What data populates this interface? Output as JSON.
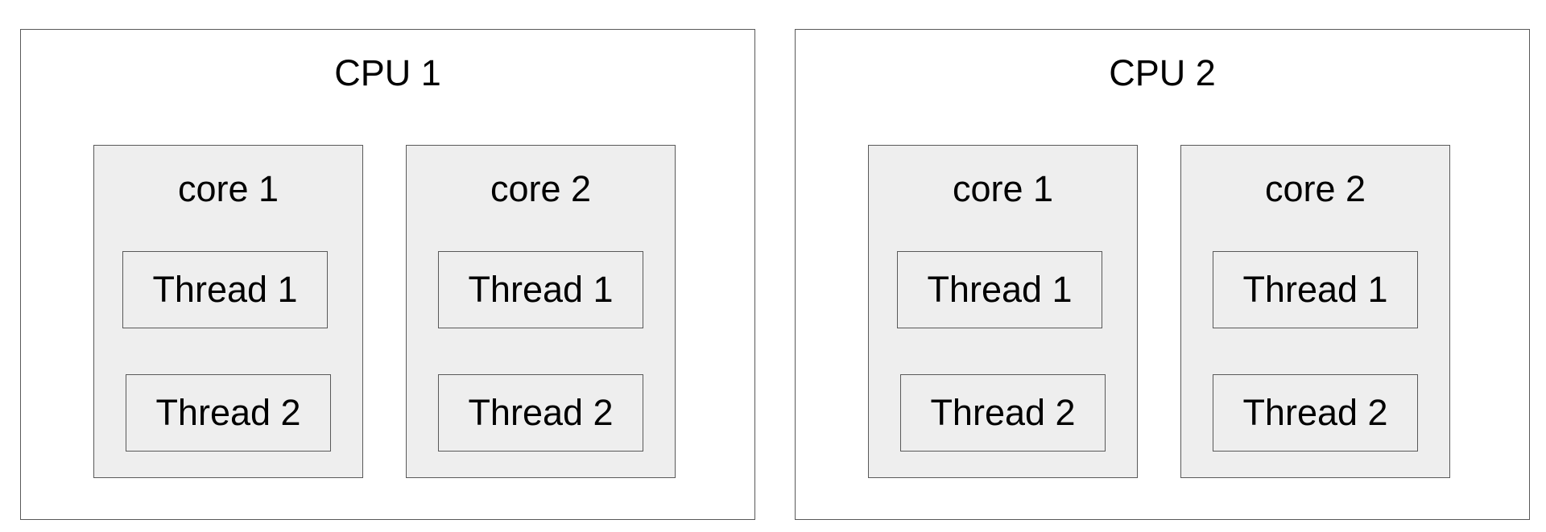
{
  "diagram": {
    "cpus": [
      {
        "label": "CPU 1",
        "cores": [
          {
            "label": "core 1",
            "threads": [
              "Thread 1",
              "Thread 2"
            ]
          },
          {
            "label": "core 2",
            "threads": [
              "Thread 1",
              "Thread 2"
            ]
          }
        ]
      },
      {
        "label": "CPU 2",
        "cores": [
          {
            "label": "core 1",
            "threads": [
              "Thread 1",
              "Thread 2"
            ]
          },
          {
            "label": "core 2",
            "threads": [
              "Thread 1",
              "Thread 2"
            ]
          }
        ]
      }
    ]
  },
  "colors": {
    "border": "#595959",
    "core_fill": "#eeeeee",
    "cpu_fill": "#ffffff"
  }
}
